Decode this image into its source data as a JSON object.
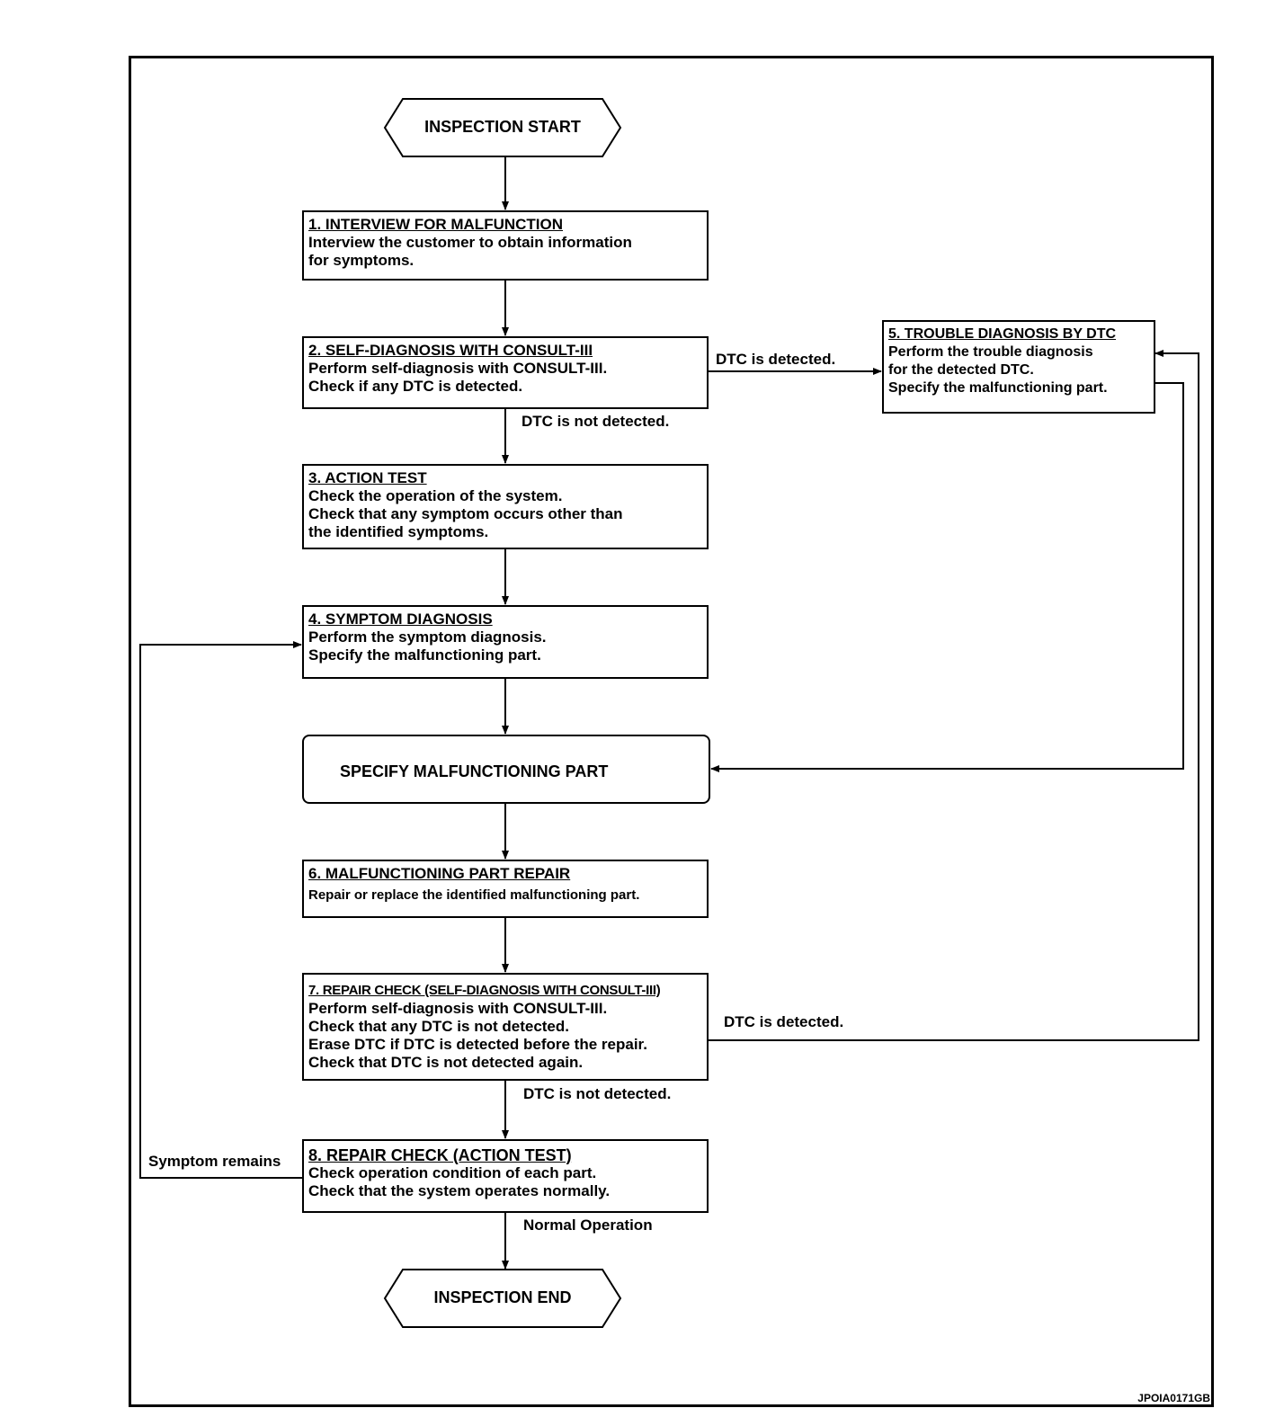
{
  "start": "INSPECTION START",
  "end": "INSPECTION END",
  "steps": [
    {
      "title": "1. INTERVIEW FOR MALFUNCTION",
      "body": "Interview the customer to obtain information\nfor symptoms."
    },
    {
      "title": "2. SELF-DIAGNOSIS WITH CONSULT-III",
      "body": "Perform self-diagnosis with CONSULT-III.\nCheck if any DTC is detected."
    },
    {
      "title": "3. ACTION TEST",
      "body": "Check the operation of the system.\nCheck that any symptom occurs other than\nthe identified symptoms."
    },
    {
      "title": "4. SYMPTOM DIAGNOSIS",
      "body": "Perform the symptom diagnosis.\nSpecify the malfunctioning part."
    },
    {
      "title": "5. TROUBLE DIAGNOSIS BY DTC",
      "body": "Perform the trouble diagnosis\nfor the detected DTC.\nSpecify the malfunctioning part."
    },
    {
      "title": "6. MALFUNCTIONING PART REPAIR",
      "body": "Repair or replace the identified malfunctioning part."
    },
    {
      "title": "7. REPAIR CHECK (SELF-DIAGNOSIS WITH CONSULT-III)",
      "body": "Perform self-diagnosis with CONSULT-III.\nCheck that any DTC is not detected.\nErase DTC if DTC is detected before the repair.\nCheck that DTC is not detected again."
    },
    {
      "title": "8. REPAIR CHECK (ACTION TEST)",
      "body": "Check operation condition of each part.\nCheck that the system operates normally."
    }
  ],
  "specify": "SPECIFY MALFUNCTIONING PART",
  "labels": {
    "dtc_detected_1": "DTC is detected.",
    "dtc_not_detected_1": "DTC is not detected.",
    "dtc_detected_2": "DTC is detected.",
    "dtc_not_detected_2": "DTC is not detected.",
    "symptom_remains": "Symptom remains",
    "normal_operation": "Normal Operation"
  },
  "figure_code": "JPOIA0171GB"
}
